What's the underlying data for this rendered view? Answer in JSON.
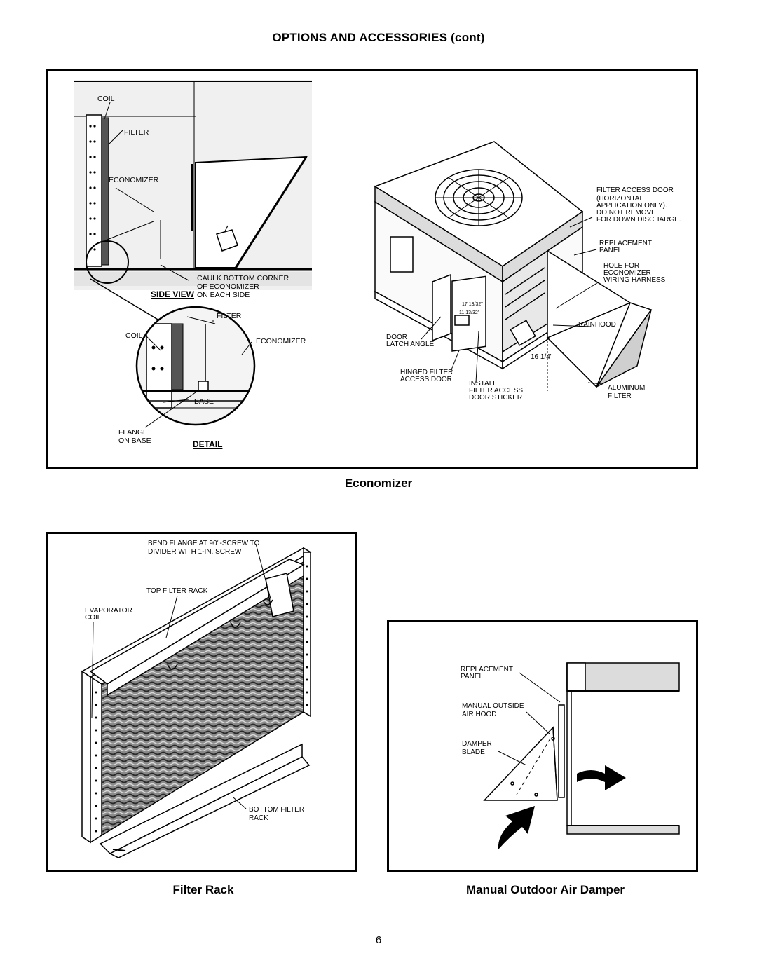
{
  "page": {
    "title": "OPTIONS AND ACCESSORIES (cont)",
    "page_number": "6"
  },
  "economizer_figure": {
    "caption": "Economizer",
    "side_view": {
      "coil": "COIL",
      "filter": "FILTER",
      "economizer": "ECONOMIZER",
      "caulk_1": "CAULK BOTTOM CORNER",
      "caulk_2": "OF ECONOMIZER",
      "caulk_3": "ON EACH SIDE",
      "title": "SIDE VIEW"
    },
    "detail": {
      "filter": "FILTER",
      "coil": "COIL",
      "economizer": "ECONOMIZER",
      "base": "BASE",
      "flange_1": "FLANGE",
      "flange_2": "ON BASE",
      "title": "DETAIL"
    },
    "unit": {
      "filter_access_1": "FILTER ACCESS DOOR",
      "filter_access_2": "(HORIZONTAL",
      "filter_access_3": "APPLICATION ONLY).",
      "filter_access_4": "DO NOT REMOVE",
      "filter_access_5": "FOR DOWN DISCHARGE.",
      "replacement_1": "REPLACEMENT",
      "replacement_2": "PANEL",
      "hole_1": "HOLE FOR",
      "hole_2": "ECONOMIZER",
      "hole_3": "WIRING HARNESS",
      "rainhood": "RAINHOOD",
      "door_latch_1": "DOOR",
      "door_latch_2": "LATCH ANGLE",
      "hinged_1": "HINGED FILTER",
      "hinged_2": "ACCESS DOOR",
      "install_1": "INSTALL",
      "install_2": "FILTER ACCESS",
      "install_3": "DOOR STICKER",
      "aluminum_1": "ALUMINUM",
      "aluminum_2": "FILTER",
      "dim_1": "17 13/32\"",
      "dim_2": "11 13/32\"",
      "dim_3": "16 1/4\""
    }
  },
  "filter_rack_figure": {
    "caption": "Filter Rack",
    "bend_1": "BEND FLANGE AT 90°-SCREW TO",
    "bend_2": "DIVIDER WITH 1-IN. SCREW",
    "top_rack": "TOP FILTER RACK",
    "evap_1": "EVAPORATOR",
    "evap_2": "COIL",
    "bottom_1": "BOTTOM FILTER",
    "bottom_2": "RACK"
  },
  "damper_figure": {
    "caption": "Manual Outdoor Air Damper",
    "replacement_1": "REPLACEMENT",
    "replacement_2": "PANEL",
    "hood_1": "MANUAL OUTSIDE",
    "hood_2": "AIR HOOD",
    "damper_1": "DAMPER",
    "damper_2": "BLADE"
  }
}
